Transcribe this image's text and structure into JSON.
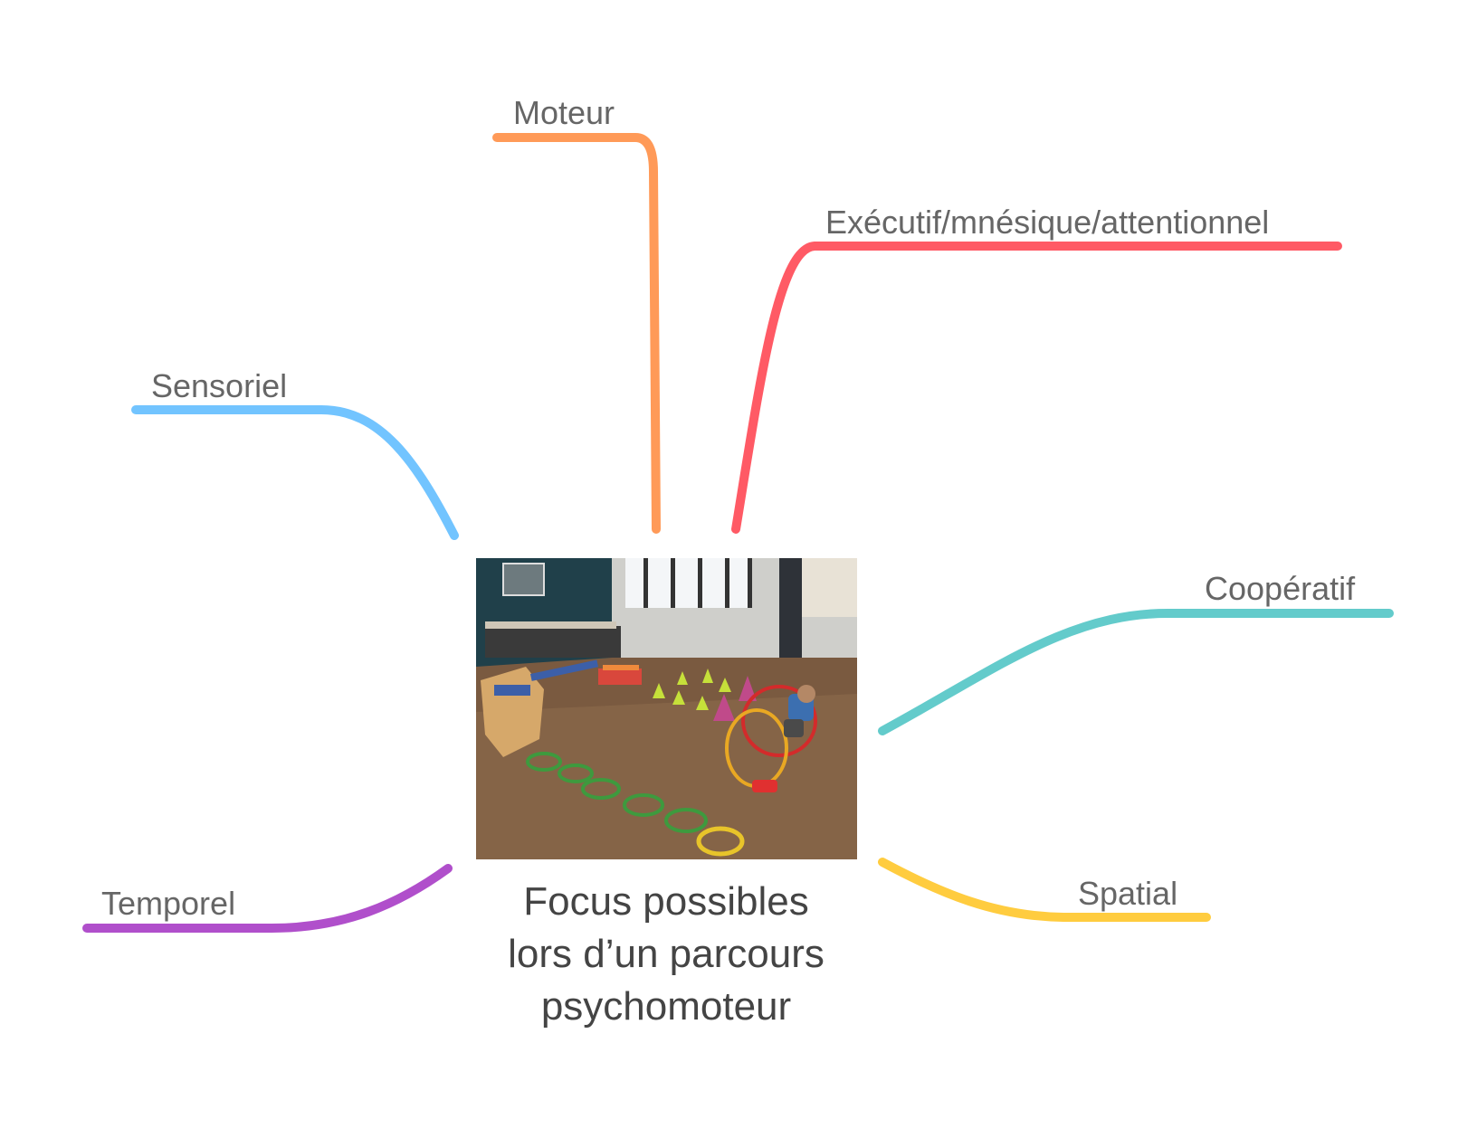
{
  "center": {
    "title_lines": [
      "Focus possibles",
      "lors d’un parcours",
      "psychomoteur"
    ]
  },
  "branches": {
    "moteur": {
      "label": "Moteur",
      "color": "#FF9A58"
    },
    "executif": {
      "label": "Exécutif/mnésique/attentionnel",
      "color": "#FF5A65"
    },
    "sensoriel": {
      "label": "Sensoriel",
      "color": "#72C4FF"
    },
    "cooperatif": {
      "label": "Coopératif",
      "color": "#63CBCB"
    },
    "temporel": {
      "label": "Temporel",
      "color": "#B04FCB"
    },
    "spatial": {
      "label": "Spatial",
      "color": "#FFCC3F"
    }
  }
}
